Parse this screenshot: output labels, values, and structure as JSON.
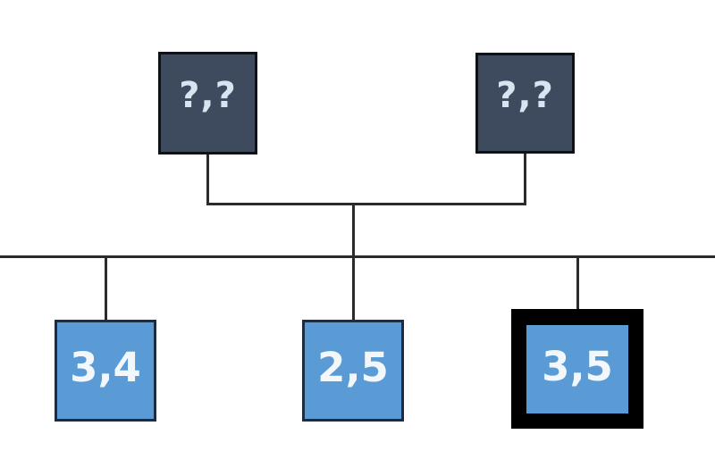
{
  "diagram": {
    "description": "Two-generation family tree puzzle with unknown parent pairs and three child boxes",
    "background_color": "#ffffff",
    "line_color": "#2b2b2b",
    "parent_row": {
      "fill": "#3e4a5e",
      "border_color": "#0e1116",
      "text_color": "#d9e4f1",
      "nodes": [
        {
          "id": "parent-1",
          "label": "?,?"
        },
        {
          "id": "parent-2",
          "label": "?,?"
        }
      ]
    },
    "child_row": {
      "fill": "#5b9bd5",
      "border_color": "#1d2c40",
      "text_color": "#f2f7fc",
      "highlight_color": "#000000",
      "nodes": [
        {
          "id": "child-1",
          "label": "3,4",
          "highlighted": false
        },
        {
          "id": "child-2",
          "label": "2,5",
          "highlighted": false
        },
        {
          "id": "child-3",
          "label": "3,5",
          "highlighted": true
        }
      ]
    }
  }
}
